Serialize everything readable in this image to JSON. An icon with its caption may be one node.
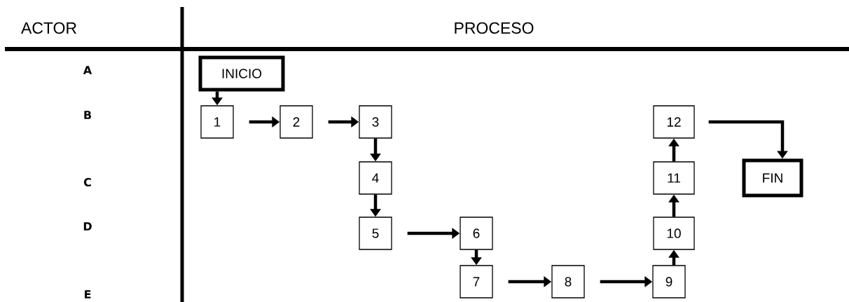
{
  "diagram": {
    "nodes": [
      {
        "text": [
          "INICIO"
        ]
      },
      {
        "text": [
          "1"
        ]
      },
      {
        "text": [
          "2"
        ]
      },
      {
        "text": [
          "3"
        ]
      },
      {
        "text": [
          "4"
        ]
      },
      {
        "text": [
          "5"
        ]
      },
      {
        "text": [
          "6"
        ]
      },
      {
        "text": [
          "7"
        ]
      },
      {
        "text": [
          "8"
        ]
      },
      {
        "text": [
          "9"
        ]
      },
      {
        "text": [
          "10"
        ]
      },
      {
        "text": [
          "11"
        ]
      },
      {
        "text": [
          "12"
        ]
      },
      {
        "text": [
          "FIN"
        ]
      }
    ],
    "edges": [
      {
        "from": 0,
        "to": 1,
        "arrow": "to"
      },
      {
        "from": 1,
        "to": 2,
        "arrow": "to"
      },
      {
        "from": 2,
        "to": 3,
        "arrow": "to"
      },
      {
        "from": 3,
        "to": 4,
        "arrow": "to"
      },
      {
        "from": 4,
        "to": 5,
        "arrow": "to"
      },
      {
        "from": 5,
        "to": 6,
        "arrow": "to"
      },
      {
        "from": 6,
        "to": 7,
        "arrow": "to"
      },
      {
        "from": 7,
        "to": 8,
        "arrow": "to"
      },
      {
        "from": 8,
        "to": 9,
        "arrow": "to"
      },
      {
        "from": 9,
        "to": 10,
        "arrow": "to"
      },
      {
        "from": 10,
        "to": 11,
        "arrow": "to"
      },
      {
        "from": 11,
        "to": 12,
        "arrow": "to"
      },
      {
        "from": 12,
        "to": 13,
        "arrow": "to"
      }
    ],
    "labels": [
      "ACTOR",
      "PROCESO",
      "A",
      "B",
      "C",
      "D",
      "E"
    ]
  }
}
